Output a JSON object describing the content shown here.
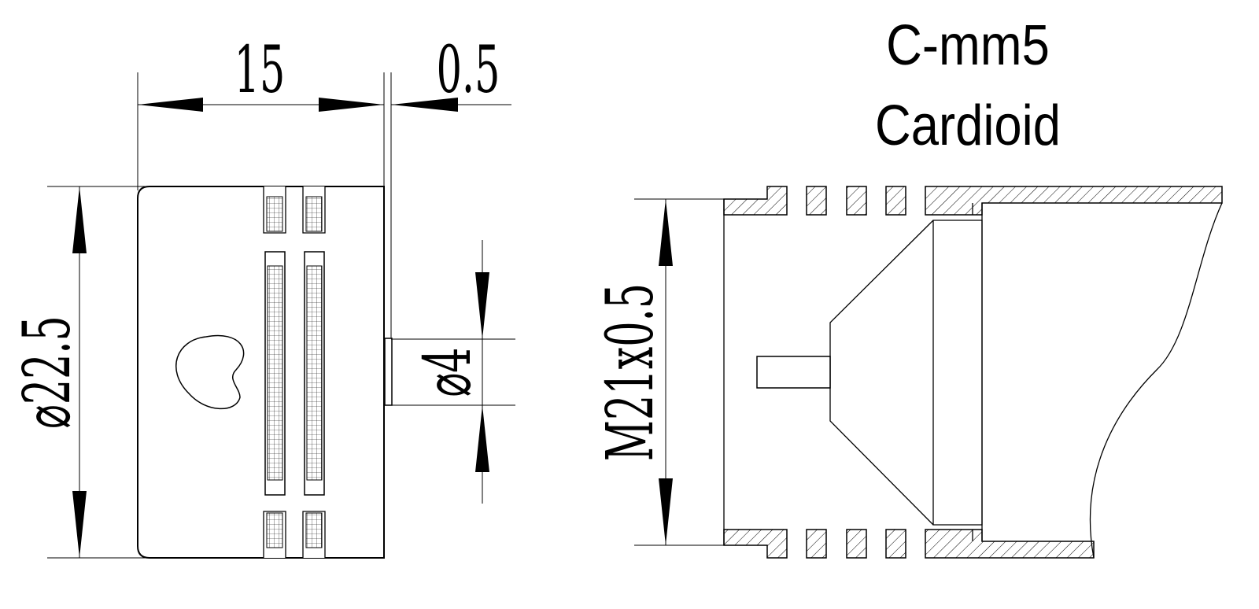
{
  "title": {
    "model": "C-mm5",
    "pattern": "Cardioid"
  },
  "dimensions": {
    "length": "15",
    "gap": "0.5",
    "diameter": "⌀22.5",
    "pin_diameter": "⌀4",
    "thread": "M21x0.5"
  },
  "icons": {
    "polar_pattern": "cardioid-icon"
  }
}
